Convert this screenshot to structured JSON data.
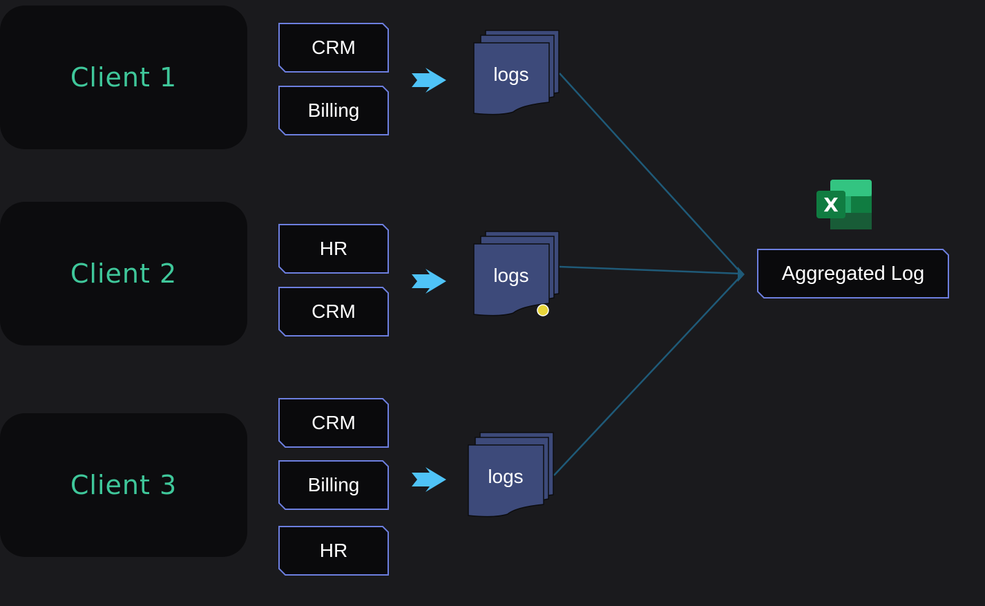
{
  "clients": [
    {
      "label": "Client 1",
      "services": [
        "CRM",
        "Billing"
      ],
      "logs_label": "logs"
    },
    {
      "label": "Client 2",
      "services": [
        "HR",
        "CRM"
      ],
      "logs_label": "logs"
    },
    {
      "label": "Client 3",
      "services": [
        "CRM",
        "Billing",
        "HR"
      ],
      "logs_label": "logs"
    }
  ],
  "aggregate": {
    "label": "Aggregated Log",
    "icon": "excel-icon",
    "icon_letter": "X"
  },
  "colors": {
    "client_text": "#3fc79a",
    "box_border": "#6d7fe0",
    "logs_fill": "#3d4a7a",
    "arrow": "#4fc3f7",
    "connector": "#1f5a78",
    "excel_green": "#1e7145"
  }
}
